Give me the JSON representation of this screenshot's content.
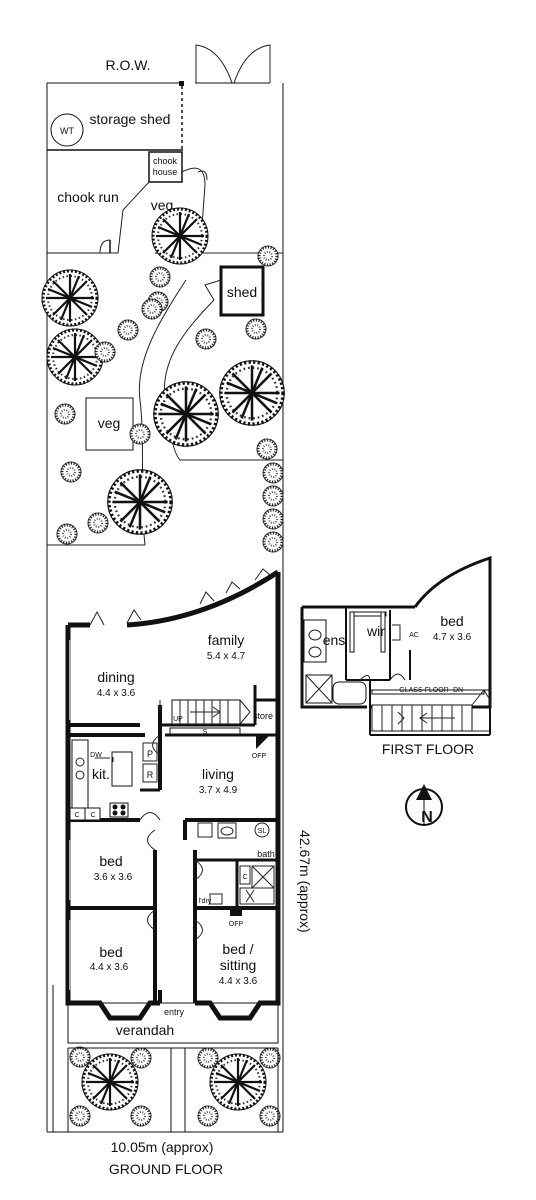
{
  "ground_floor": {
    "caption": "GROUND FLOOR",
    "width_label": "10.05m (approx)",
    "length_label": "42.67m (approx)",
    "row_label": "R.O.W.",
    "rooms": {
      "storage_shed": "storage shed",
      "wt": "WT",
      "chook_house": [
        "chook",
        "house"
      ],
      "chook_run": "chook run",
      "veg_top": "veg",
      "shed": "shed",
      "veg_mid": "veg",
      "family": {
        "name": "family",
        "size": "5.4 x 4.7"
      },
      "dining": {
        "name": "dining",
        "size": "4.4 x 3.6"
      },
      "store": "store",
      "kitchen": "kit.",
      "living": {
        "name": "living",
        "size": "3.7 x 4.9"
      },
      "bed1": {
        "name": "bed",
        "size": "3.6 x 3.6"
      },
      "bed2": {
        "name": "bed",
        "size": "4.4 x 3.6"
      },
      "bed_sitting": {
        "name1": "bed /",
        "name2": "sitting",
        "size": "4.4 x 3.6"
      },
      "bath": "bath",
      "laundry": "l'dry",
      "entry": "entry",
      "verandah": "verandah"
    },
    "markers": {
      "up": "UP",
      "s": "S",
      "ofp": "OFP",
      "dw": "DW",
      "p": "P",
      "r": "R",
      "c": "C",
      "sl": "SL"
    }
  },
  "first_floor": {
    "caption": "FIRST FLOOR",
    "rooms": {
      "bed": {
        "name": "bed",
        "size": "4.7 x 3.6"
      },
      "ens": "ens",
      "wir": "wir",
      "ac": "AC",
      "glass_floor": "GLASS FLOOR",
      "dn": "DN"
    }
  },
  "compass": {
    "label": "N"
  }
}
